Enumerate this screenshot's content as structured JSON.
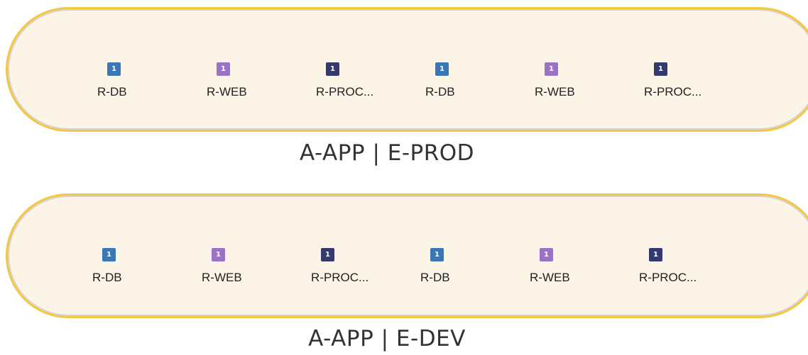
{
  "colors": {
    "db": "#3a78b3",
    "web": "#9a73c4",
    "proc": "#343a6e",
    "group_border": "#f3c742",
    "group_fill": "#fcf4e7"
  },
  "groups": [
    {
      "label": "A-APP | E-PROD",
      "nodes": [
        {
          "badge": "1",
          "label": "R-DB",
          "kind": "db"
        },
        {
          "badge": "1",
          "label": "R-WEB",
          "kind": "web"
        },
        {
          "badge": "1",
          "label": "R-PROC...",
          "kind": "proc"
        },
        {
          "badge": "1",
          "label": "R-DB",
          "kind": "db"
        },
        {
          "badge": "1",
          "label": "R-WEB",
          "kind": "web"
        },
        {
          "badge": "1",
          "label": "R-PROC...",
          "kind": "proc"
        }
      ]
    },
    {
      "label": "A-APP | E-DEV",
      "nodes": [
        {
          "badge": "1",
          "label": "R-DB",
          "kind": "db"
        },
        {
          "badge": "1",
          "label": "R-WEB",
          "kind": "web"
        },
        {
          "badge": "1",
          "label": "R-PROC...",
          "kind": "proc"
        },
        {
          "badge": "1",
          "label": "R-DB",
          "kind": "db"
        },
        {
          "badge": "1",
          "label": "R-WEB",
          "kind": "web"
        },
        {
          "badge": "1",
          "label": "R-PROC...",
          "kind": "proc"
        }
      ]
    }
  ]
}
